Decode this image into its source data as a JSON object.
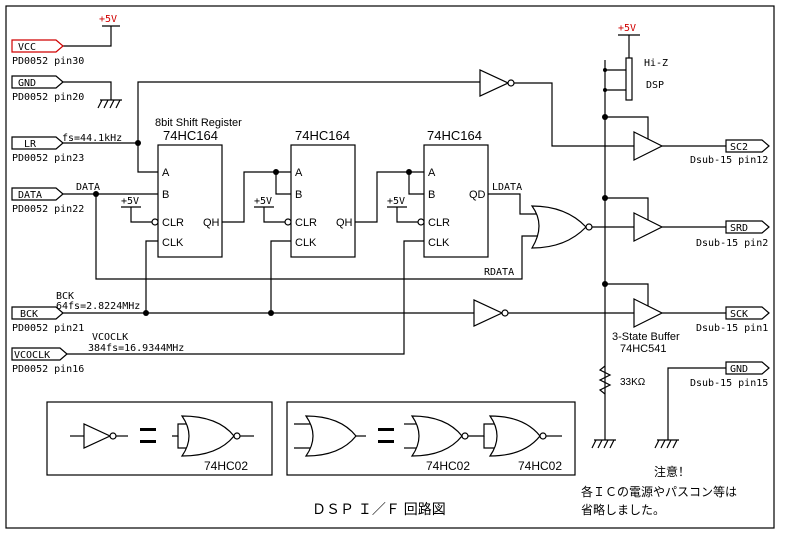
{
  "title": "ＤＳＰ Ｉ／Ｆ 回路図",
  "power": {
    "vcc_top": "+5V",
    "dsp_supply": "+5V",
    "pullup": "+5V"
  },
  "inputs": [
    {
      "name": "VCC",
      "pin": "PD0052 pin30"
    },
    {
      "name": "GND",
      "pin": "PD0052 pin20"
    },
    {
      "name": "LR",
      "pin": "PD0052 pin23"
    },
    {
      "name": "DATA",
      "pin": "PD0052 pin22"
    },
    {
      "name": "BCK",
      "pin": "PD0052 pin21"
    },
    {
      "name": "VCOCLK",
      "pin": "PD0052 pin16"
    }
  ],
  "nets": {
    "lr_freq": "fs=44.1kHz",
    "data": "DATA",
    "bck": "BCK",
    "bck_freq": "64fs=2.8224MHz",
    "vcoclk": "VCOCLK",
    "vcoclk_freq": "384fs=16.9344MHz",
    "ldata": "LDATA",
    "rdata": "RDATA"
  },
  "shift_register_label": "8bit Shift Register",
  "chips": [
    {
      "part": "74HC164",
      "pins": [
        "A",
        "B",
        "CLR",
        "CLK",
        "QH"
      ]
    },
    {
      "part": "74HC164",
      "pins": [
        "A",
        "B",
        "CLR",
        "CLK",
        "QH"
      ]
    },
    {
      "part": "74HC164",
      "pins": [
        "A",
        "B",
        "CLR",
        "CLK",
        "QD"
      ]
    }
  ],
  "switch": {
    "hiz": "Hi-Z",
    "dsp": "DSP"
  },
  "outputs": [
    {
      "name": "SC2",
      "pin": "Dsub-15 pin12"
    },
    {
      "name": "SRD",
      "pin": "Dsub-15 pin2"
    },
    {
      "name": "SCK",
      "pin": "Dsub-15 pin1"
    },
    {
      "name": "GND",
      "pin": "Dsub-15 pin15"
    }
  ],
  "buffer": {
    "type": "3-State Buffer",
    "part": "74HC541"
  },
  "resistor": "33KΩ",
  "legend": {
    "left_part": "74HC02",
    "right_part_1": "74HC02",
    "right_part_2": "74HC02"
  },
  "note": {
    "heading": "注意！",
    "line1": "各ＩＣの電源やパスコン等は",
    "line2": "省略しました。"
  }
}
